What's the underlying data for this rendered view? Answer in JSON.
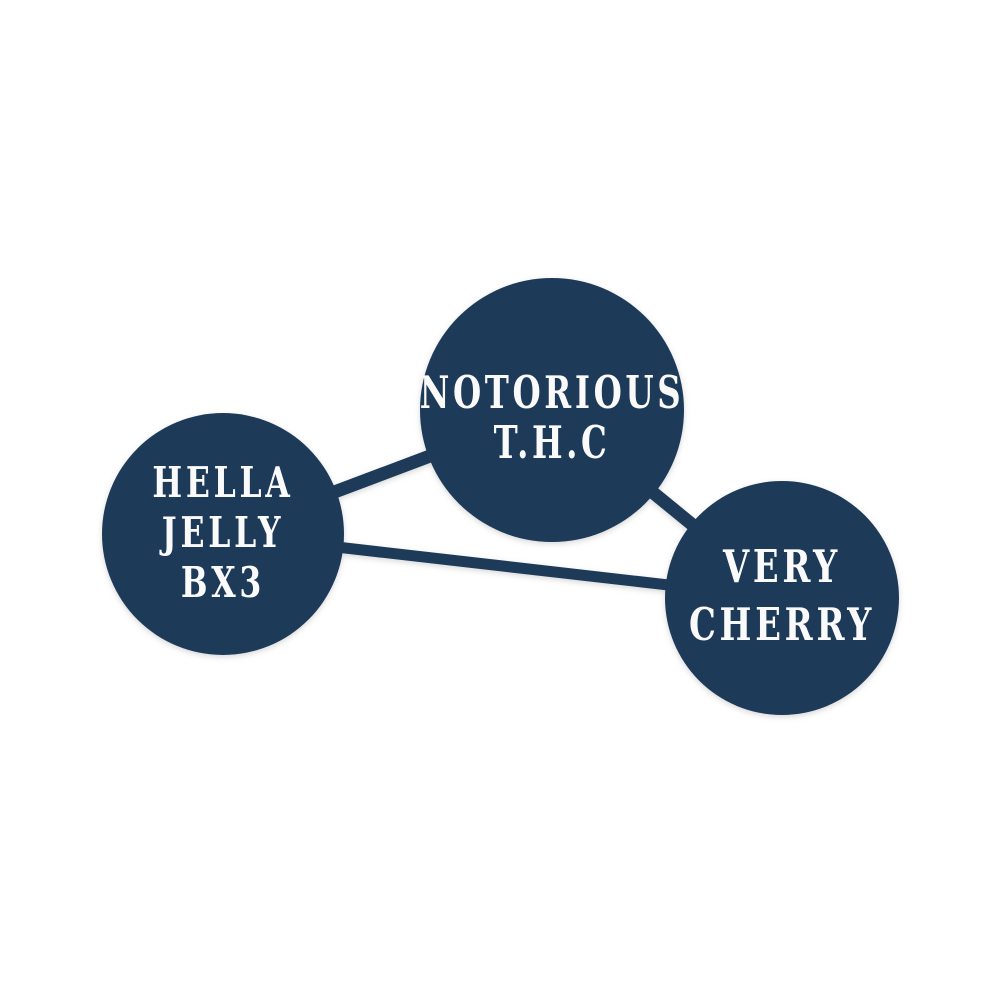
{
  "diagram": {
    "background_color": "#ffffff",
    "node_fill": "#1e3a59",
    "edge_color": "#1e3a59",
    "text_color": "#fafafa",
    "nodes": [
      {
        "id": "hella-jelly-bx3",
        "label": "HELLA JELLY BX3",
        "lines": [
          "HELLA",
          "JELLY",
          "BX3"
        ]
      },
      {
        "id": "notorious-thc",
        "label": "NOTORIOUS T.H.C",
        "lines": [
          "NOTORIOUS",
          "T.H.C"
        ]
      },
      {
        "id": "very-cherry",
        "label": "VERY CHERRY",
        "lines": [
          "VERY",
          "CHERRY"
        ]
      }
    ],
    "edges": [
      {
        "from": "HELLA JELLY BX3",
        "to": "NOTORIOUS T.H.C"
      },
      {
        "from": "NOTORIOUS T.H.C",
        "to": "VERY CHERRY"
      },
      {
        "from": "HELLA JELLY BX3",
        "to": "VERY CHERRY"
      }
    ]
  }
}
